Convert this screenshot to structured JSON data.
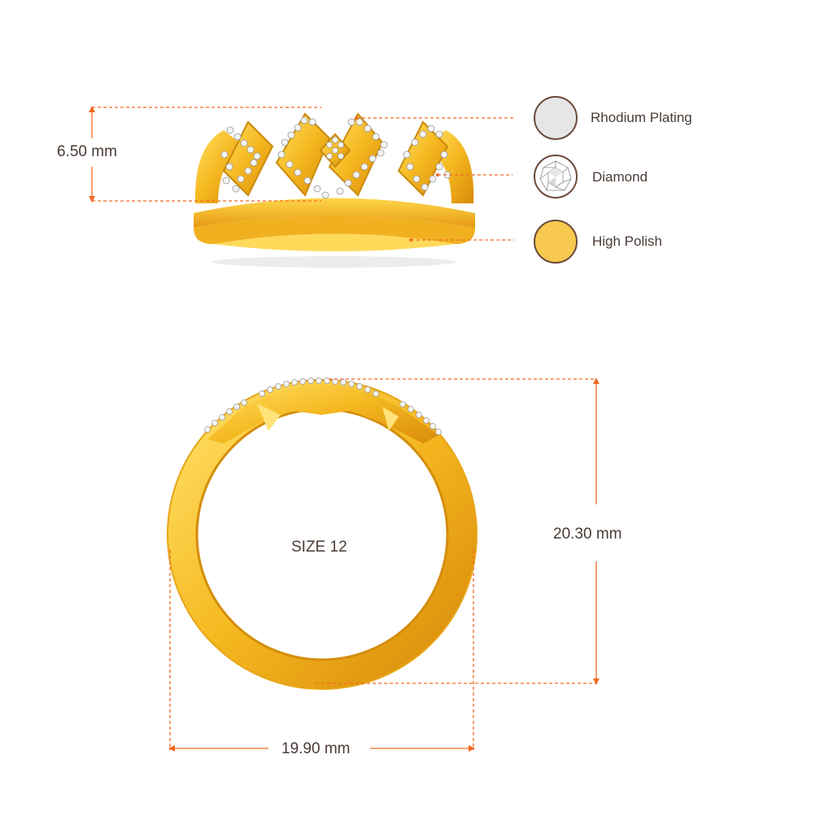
{
  "dimensions": {
    "height": "6.50 mm",
    "ring_height": "20.30 mm",
    "ring_width": "19.90 mm",
    "size": "SIZE 12"
  },
  "legend": [
    {
      "label": "Rhodium Plating",
      "color": "#e6e6e6",
      "icon": "rhodium-swatch"
    },
    {
      "label": "Diamond",
      "color": "#ffffff",
      "icon": "diamond-swatch"
    },
    {
      "label": "High Polish",
      "color": "#f7c94f",
      "icon": "gold-swatch"
    }
  ],
  "colors": {
    "dimension_line": "#f26a22",
    "gold_light": "#ffd24a",
    "gold_dark": "#e09a10",
    "text": "#4a3b35"
  }
}
